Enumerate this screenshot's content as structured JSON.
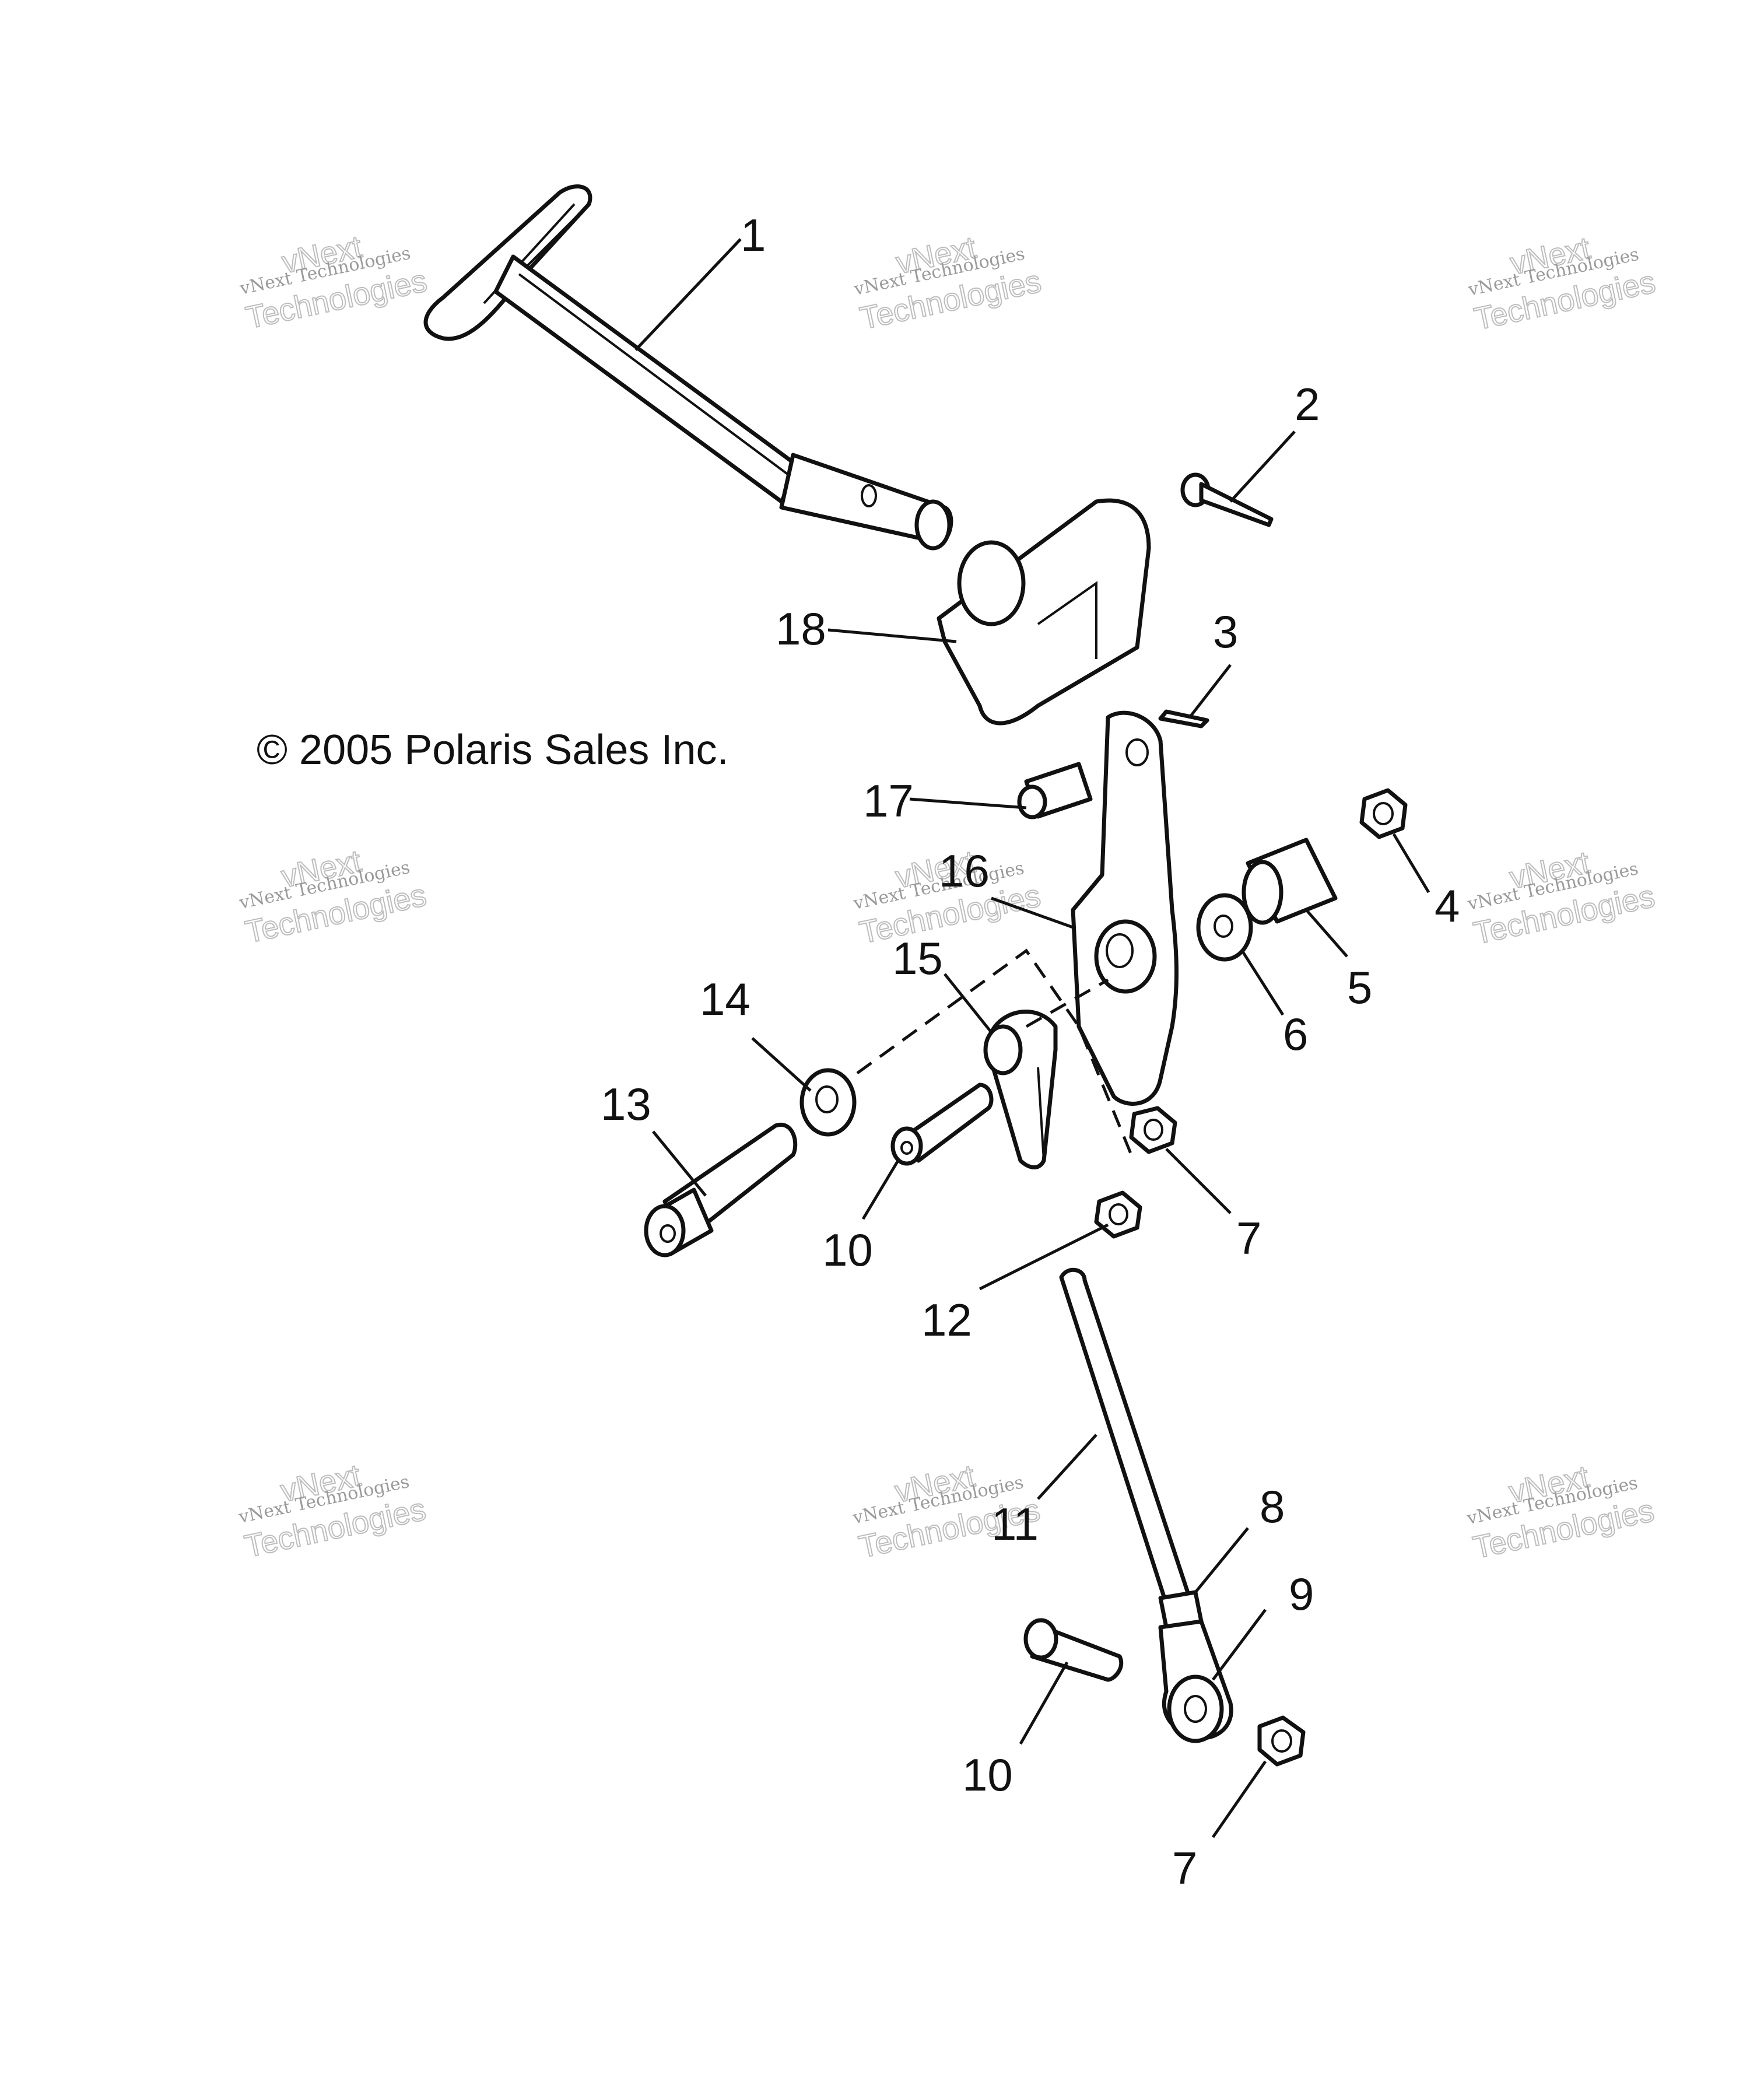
{
  "copyright": "© 2005 Polaris Sales Inc.",
  "watermark": {
    "line1": "vNext Technologies",
    "line2": "vNext",
    "line3": "Technologies"
  },
  "callouts": {
    "p1": "1",
    "p2": "2",
    "p3": "3",
    "p4": "4",
    "p5": "5",
    "p6": "6",
    "p7a": "7",
    "p7b": "7",
    "p8": "8",
    "p9": "9",
    "p10a": "10",
    "p10b": "10",
    "p11": "11",
    "p12": "12",
    "p13": "13",
    "p14": "14",
    "p15": "15",
    "p16": "16",
    "p17": "17",
    "p18": "18"
  },
  "icons": {
    "copyright": "copyright-symbol"
  }
}
